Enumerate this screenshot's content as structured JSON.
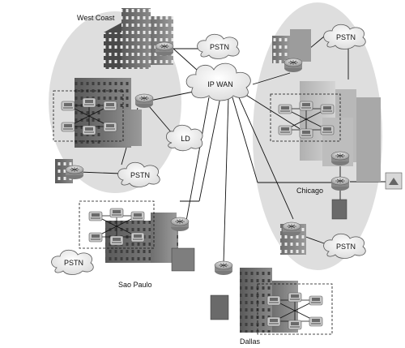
{
  "sites": {
    "west": "West Coast",
    "chicago": "Chicago",
    "saopaulo": "Sao Paulo",
    "dallas": "Dallas"
  },
  "clouds": {
    "wan": "IP WAN",
    "ld": "LD",
    "pstn_west_top": "PSTN",
    "pstn_west_bottom": "PSTN",
    "pstn_chicago_top": "PSTN",
    "pstn_chicago_bottom": "PSTN",
    "pstn_saopaulo": "PSTN"
  }
}
